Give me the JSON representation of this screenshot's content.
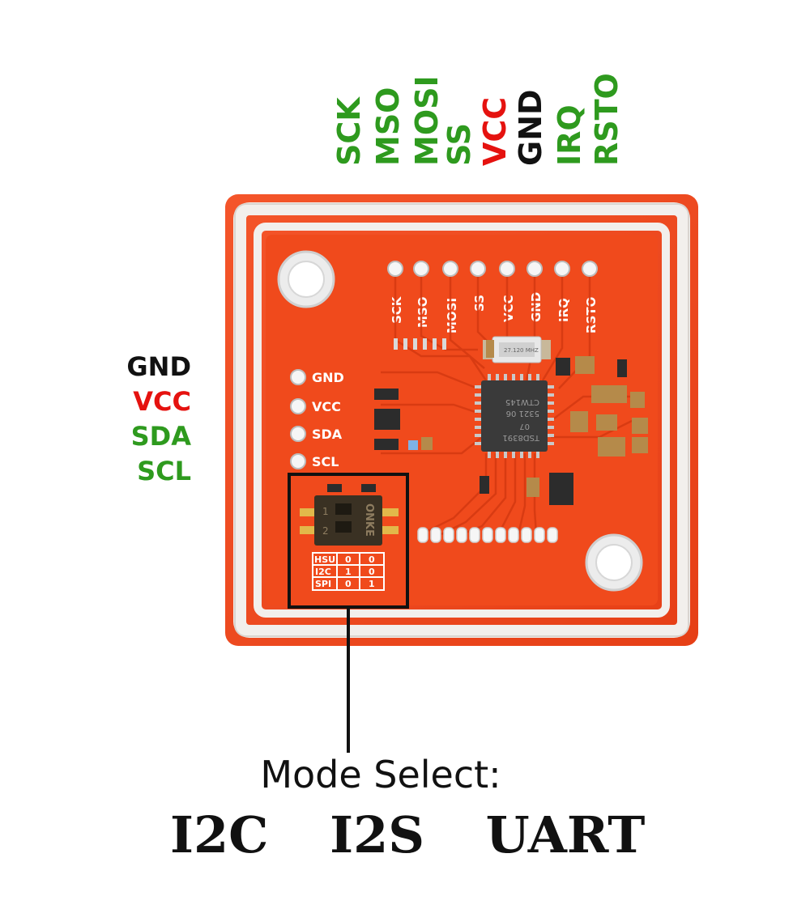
{
  "top_pins": [
    {
      "label": "SCK",
      "color": "#2e9a1e"
    },
    {
      "label": "MSO",
      "color": "#2e9a1e"
    },
    {
      "label": "MOSI",
      "color": "#2e9a1e"
    },
    {
      "label": "SS",
      "color": "#2e9a1e"
    },
    {
      "label": "VCC",
      "color": "#e5120f"
    },
    {
      "label": "GND",
      "color": "#111111"
    },
    {
      "label": "IRQ",
      "color": "#2e9a1e"
    },
    {
      "label": "RSTO",
      "color": "#2e9a1e"
    }
  ],
  "side_pins": [
    {
      "label": "GND",
      "color": "#111111"
    },
    {
      "label": "VCC",
      "color": "#e5120f"
    },
    {
      "label": "SDA",
      "color": "#2e9a1e"
    },
    {
      "label": "SCL",
      "color": "#2e9a1e"
    }
  ],
  "board": {
    "silk_top": [
      "SCK",
      "MSO",
      "MOSI",
      "SS",
      "VCC",
      "GND",
      "IRQ",
      "RSTO"
    ],
    "silk_side": [
      "GND",
      "VCC",
      "SDA",
      "SCL"
    ],
    "chip_lines": [
      "TSD8391",
      "07",
      "5321 06",
      "CTW145"
    ],
    "crystal_text": "27.120\nMHZ",
    "switch_brand": "ONKE",
    "switch_numbers": [
      "1",
      "2"
    ],
    "mode_table": [
      [
        "HSU",
        "0",
        "0"
      ],
      [
        "I2C",
        "1",
        "0"
      ],
      [
        "SPI",
        "0",
        "1"
      ]
    ],
    "colors": {
      "pcb": "#f04a1c",
      "pcb_edge": "#e8411a",
      "antenna": "#f2f0ee",
      "pad": "#f6f6f6"
    }
  },
  "mode_select": {
    "title": "Mode Select:",
    "options": [
      "I2C",
      "I2S",
      "UART"
    ]
  }
}
